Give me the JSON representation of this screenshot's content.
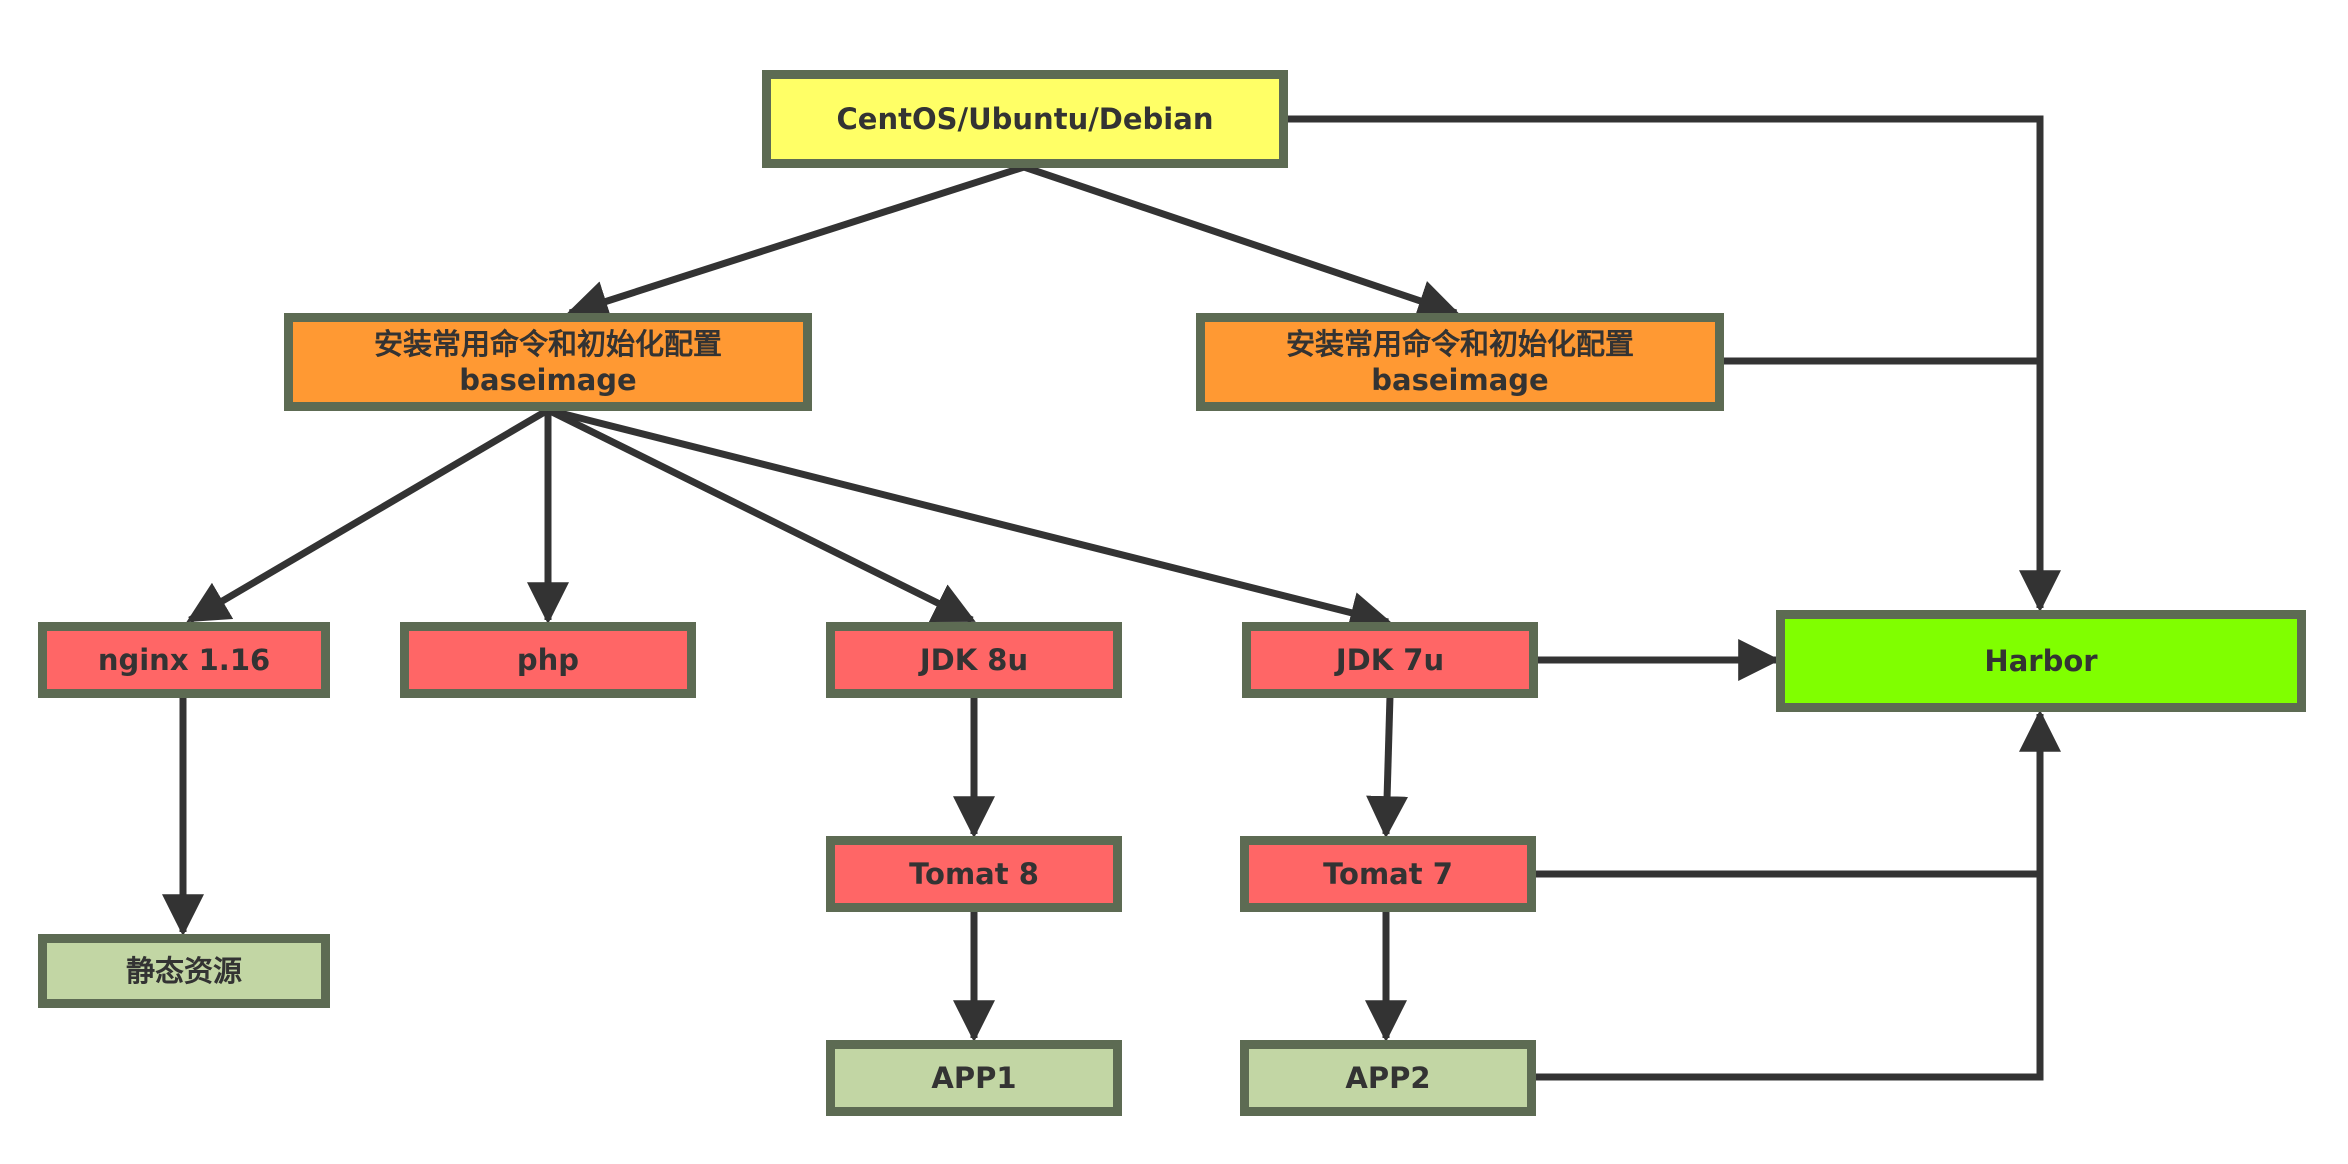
{
  "colors": {
    "os": "#ffff66",
    "base": "#ff9933",
    "runtime": "#ff6666",
    "leaf": "#c2d6a4",
    "registry": "#80ff00",
    "border": "#5d6b53",
    "edge": "#333333"
  },
  "nodes": {
    "os": {
      "label": "CentOS/Ubuntu/Debian"
    },
    "base_left": {
      "line1": "安装常用命令和初始化配置",
      "line2": "baseimage"
    },
    "base_right": {
      "line1": "安装常用命令和初始化配置",
      "line2": "baseimage"
    },
    "nginx": {
      "label": "nginx 1.16"
    },
    "php": {
      "label": "php"
    },
    "jdk8": {
      "label": "JDK 8u"
    },
    "jdk7": {
      "label": "JDK 7u"
    },
    "harbor": {
      "label": "Harbor"
    },
    "static": {
      "label": "静态资源"
    },
    "tomcat8": {
      "label": "Tomat 8"
    },
    "tomcat7": {
      "label": "Tomat 7"
    },
    "app1": {
      "label": "APP1"
    },
    "app2": {
      "label": "APP2"
    }
  }
}
